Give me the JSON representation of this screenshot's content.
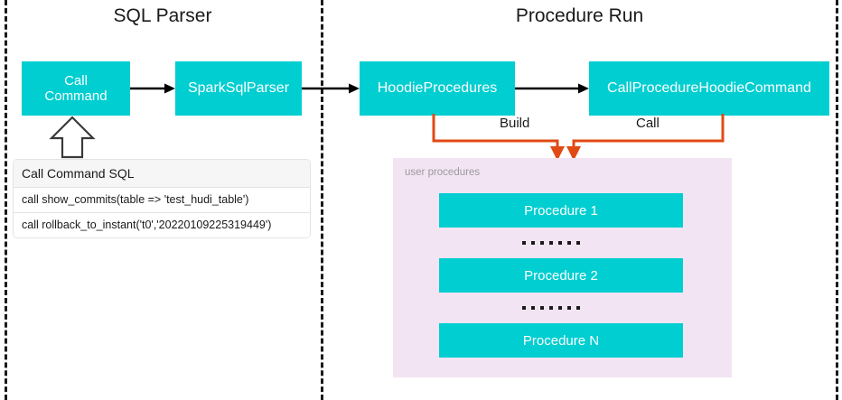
{
  "diagram": {
    "title_left": "SQL Parser",
    "title_right": "Procedure Run",
    "colors": {
      "teal": "#00CED1",
      "purple_panel": "#F3E4F3",
      "connector_orange": "#E04A14",
      "divider": "#1A1A1A",
      "card_header_bg": "#F6F6F6",
      "muted_text": "#9A9A9A"
    }
  },
  "left_section": {
    "boxes": [
      {
        "label": "Call\nCommand",
        "line1": "Call",
        "line2": "Command"
      },
      {
        "label": "SparkSqlParser"
      }
    ],
    "sql_card": {
      "header": "Call Command SQL",
      "rows": [
        "call show_commits(table => 'test_hudi_table')",
        "call rollback_to_instant('t0','20220109225319449')"
      ]
    }
  },
  "right_section": {
    "boxes": [
      {
        "label": "HoodieProcedures"
      },
      {
        "label": "CallProcedureHoodieCommand"
      }
    ],
    "connector_labels": {
      "build": "Build",
      "call": "Call"
    },
    "procedures_panel": {
      "label": "user procedures",
      "items": [
        {
          "label": "Procedure 1"
        },
        {
          "label": "Procedure 2"
        },
        {
          "label": "Procedure N"
        }
      ],
      "ellipsis_dot_count": 7
    }
  }
}
